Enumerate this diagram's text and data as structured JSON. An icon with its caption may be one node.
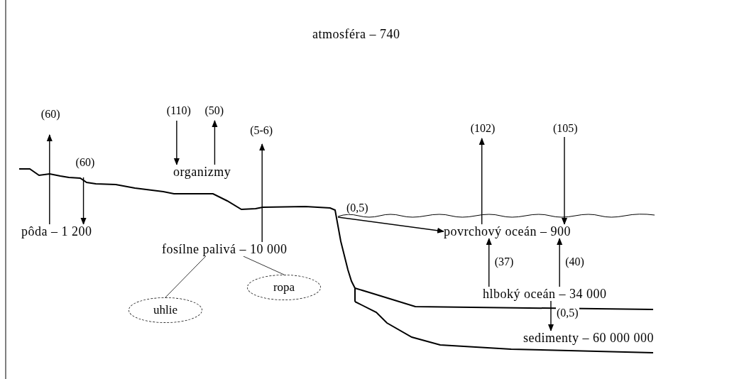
{
  "diagram": {
    "nodes": [
      {
        "text": [
          "atmosféra – 740"
        ]
      },
      {
        "text": [
          "organizmy"
        ]
      },
      {
        "text": [
          "pôda – 1 200"
        ]
      },
      {
        "text": [
          "fosílne palivá – 10 000"
        ]
      },
      {
        "text": [
          "uhlie"
        ]
      },
      {
        "text": [
          "ropa"
        ]
      },
      {
        "text": [
          "povrchový oceán – 900"
        ]
      },
      {
        "text": [
          "hlboký oceán – 34 000"
        ]
      },
      {
        "text": [
          "sedimenty – 60 000 000"
        ]
      }
    ],
    "edges": [
      {
        "from": 2,
        "to": null,
        "arrow": "to",
        "label": "(60)"
      },
      {
        "from": null,
        "to": 2,
        "arrow": "to",
        "label": "(60)"
      },
      {
        "from": null,
        "to": 1,
        "arrow": "to",
        "label": "(110)"
      },
      {
        "from": 1,
        "to": null,
        "arrow": "to",
        "label": "(50)"
      },
      {
        "from": 3,
        "to": null,
        "arrow": "to",
        "label": "(5-6)"
      },
      {
        "from": null,
        "to": 6,
        "arrow": "to",
        "label": "(0,5)"
      },
      {
        "from": 6,
        "to": null,
        "arrow": "to",
        "label": "(102)"
      },
      {
        "from": null,
        "to": 6,
        "arrow": "to",
        "label": "(105)"
      },
      {
        "from": 7,
        "to": 6,
        "arrow": "to",
        "label": "(37)"
      },
      {
        "from": 7,
        "to": 6,
        "arrow": "to",
        "label": "(40)"
      },
      {
        "from": 7,
        "to": 8,
        "arrow": "to",
        "label": "(0,5)"
      },
      {
        "from": 3,
        "to": 4,
        "arrow": "none"
      },
      {
        "from": 3,
        "to": 5,
        "arrow": "none"
      }
    ]
  }
}
